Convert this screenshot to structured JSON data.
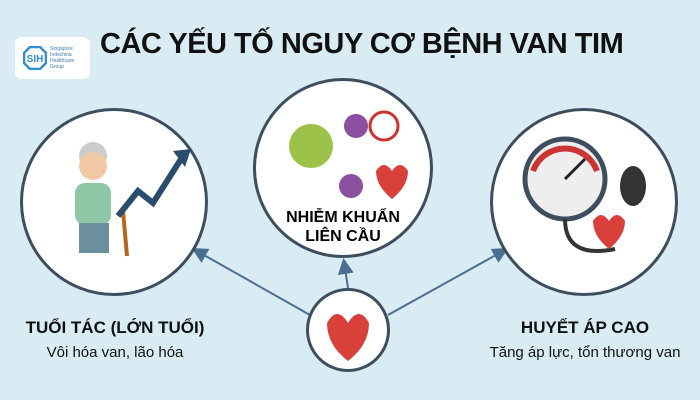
{
  "logo": {
    "text_lines": [
      "Singapore",
      "Indochina",
      "Healthcare",
      "Group"
    ]
  },
  "title": "CÁC YẾU TỐ NGUY CƠ BỆNH VAN TIM",
  "factors": [
    {
      "heading": "TUỔI TÁC (LỚN TUỔI)",
      "subtitle": "Vôi hóa van, lão hóa",
      "icon": "elderly-person-icon"
    },
    {
      "heading_lines": [
        "NHIỄM KHUẨN",
        "LIÊN CẦU"
      ],
      "icon": "bacteria-icon"
    },
    {
      "heading": "HUYẾT ÁP CAO",
      "subtitle": "Tăng áp lực, tổn thương van",
      "icon": "blood-pressure-gauge-icon"
    }
  ],
  "center_icon": "heart-icon",
  "colors": {
    "background": "#d9ebf3",
    "border": "#3d4e5f",
    "arrow": "#4a6f92"
  }
}
